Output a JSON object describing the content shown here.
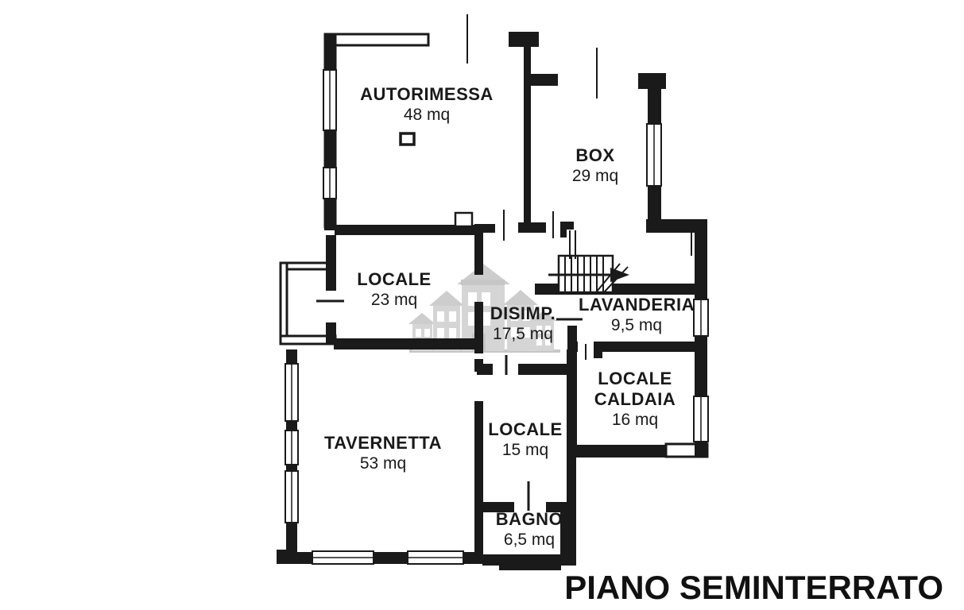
{
  "title": "PIANO SEMINTERRATO",
  "rooms": [
    {
      "id": "autorimessa",
      "name": "AUTORIMESSA",
      "area": "48 mq"
    },
    {
      "id": "box",
      "name": "BOX",
      "area": "29 mq"
    },
    {
      "id": "locale-23",
      "name": "LOCALE",
      "area": "23 mq"
    },
    {
      "id": "disimpegno",
      "name": "DISIMP.",
      "area": "17,5 mq"
    },
    {
      "id": "lavanderia",
      "name": "LAVANDERIA",
      "area": "9,5 mq"
    },
    {
      "id": "locale-caldaia",
      "name": "LOCALE",
      "name2": "CALDAIA",
      "area": "16 mq"
    },
    {
      "id": "tavernetta",
      "name": "TAVERNETTA",
      "area": "53 mq"
    },
    {
      "id": "locale-15",
      "name": "LOCALE",
      "area": "15 mq"
    },
    {
      "id": "bagno",
      "name": "BAGNO",
      "area": "6,5 mq"
    }
  ],
  "colors": {
    "wall": "#1a1a1a",
    "background": "#ffffff",
    "watermark": "#a9a9a9"
  }
}
